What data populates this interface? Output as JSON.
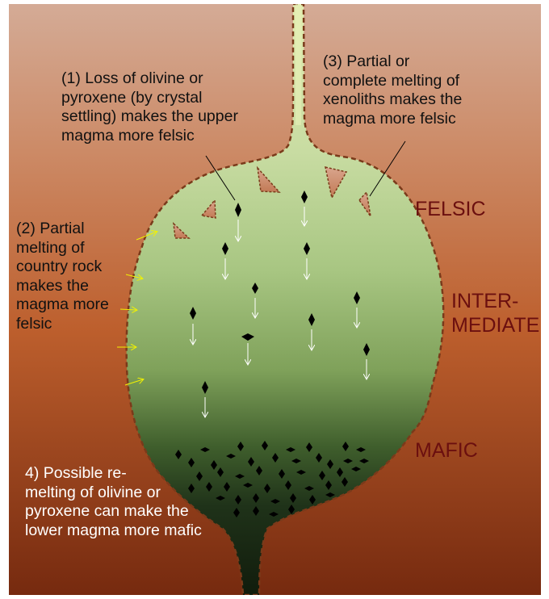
{
  "annotations": {
    "note1": "(1) Loss of olivine or\npyroxene (by crystal\nsettling) makes the upper\nmagma more felsic",
    "note2": "(2) Partial\nmelting of\ncountry rock\nmakes the\nmagma more\nfelsic",
    "note3": "(3) Partial or\ncomplete melting of\nxenoliths makes the\nmagma more felsic",
    "note4": "4) Possible re-\nmelting of olivine or\npyroxene can make the\nlower magma more mafic"
  },
  "zones": {
    "felsic": "FELSIC",
    "intermediate": "INTER-\nMEDIATE",
    "mafic": "MAFIC"
  },
  "colors": {
    "rock_top": "#d2a893",
    "rock_mid": "#c0622f",
    "rock_bottom": "#7a2c10",
    "magma_top": "#d0e4b0",
    "magma_mid": "#7ea35b",
    "magma_bottom": "#1c2a16",
    "zone_label": "#6b0f0f",
    "arrow_yellow": "#f2f200"
  }
}
